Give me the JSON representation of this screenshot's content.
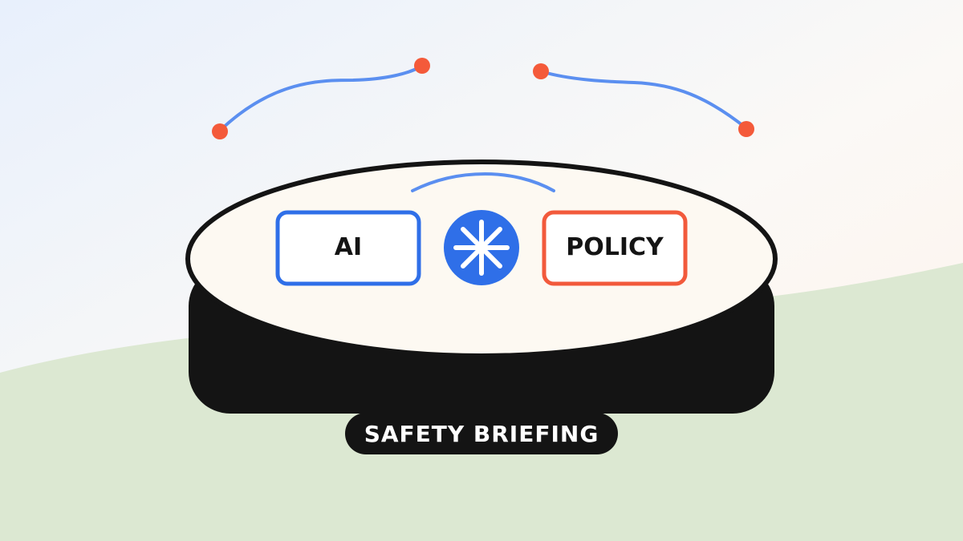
{
  "chips": {
    "left": "AI",
    "right": "POLICY"
  },
  "banner": {
    "label": "SAFETY BRIEFING"
  },
  "icons": {
    "center": "asterisk-icon"
  },
  "colors": {
    "bg_top_left": "#e8f0fc",
    "bg_top_right": "#fdf2ea",
    "ground": "#dce8d2",
    "plate_top": "#fdf9f2",
    "plate_edge": "#141414",
    "accent_blue": "#2f6fe8",
    "accent_orange": "#f25a3c",
    "strand_blue": "#5b8ff0",
    "dot_red": "#f45a3a",
    "banner_bg": "#141414",
    "banner_text": "#ffffff",
    "chip_bg": "#ffffff",
    "chip_text": "#141414"
  }
}
